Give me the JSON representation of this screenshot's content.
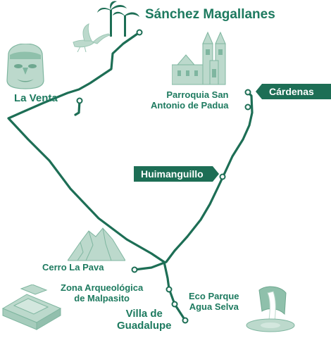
{
  "places": {
    "sanchez_magallanes": "Sánchez Magallanes",
    "la_venta": "La Venta",
    "parroquia": [
      "Parroquia San",
      "Antonio de Padua"
    ],
    "cerro_la_pava": "Cerro La Pava",
    "zona_arqueologica": [
      "Zona Arqueológica",
      "de Malpasito"
    ],
    "eco_parque": [
      "Eco Parque",
      "Agua Selva"
    ],
    "villa_guadalupe": [
      "Villa de",
      "Guadalupe"
    ]
  },
  "flags": {
    "cardenas": "Cárdenas",
    "huimanguillo": "Huimanguillo"
  },
  "icons": [
    "palm-trees-icon",
    "heron-icon",
    "olmec-head-icon",
    "church-icon",
    "mountain-icon",
    "pyramid-icon",
    "waterfall-icon"
  ],
  "colors": {
    "route": "#1d6e55",
    "label": "#1d7a5f",
    "flag": "#1d6e55",
    "illustration": "#bcd9cc"
  }
}
